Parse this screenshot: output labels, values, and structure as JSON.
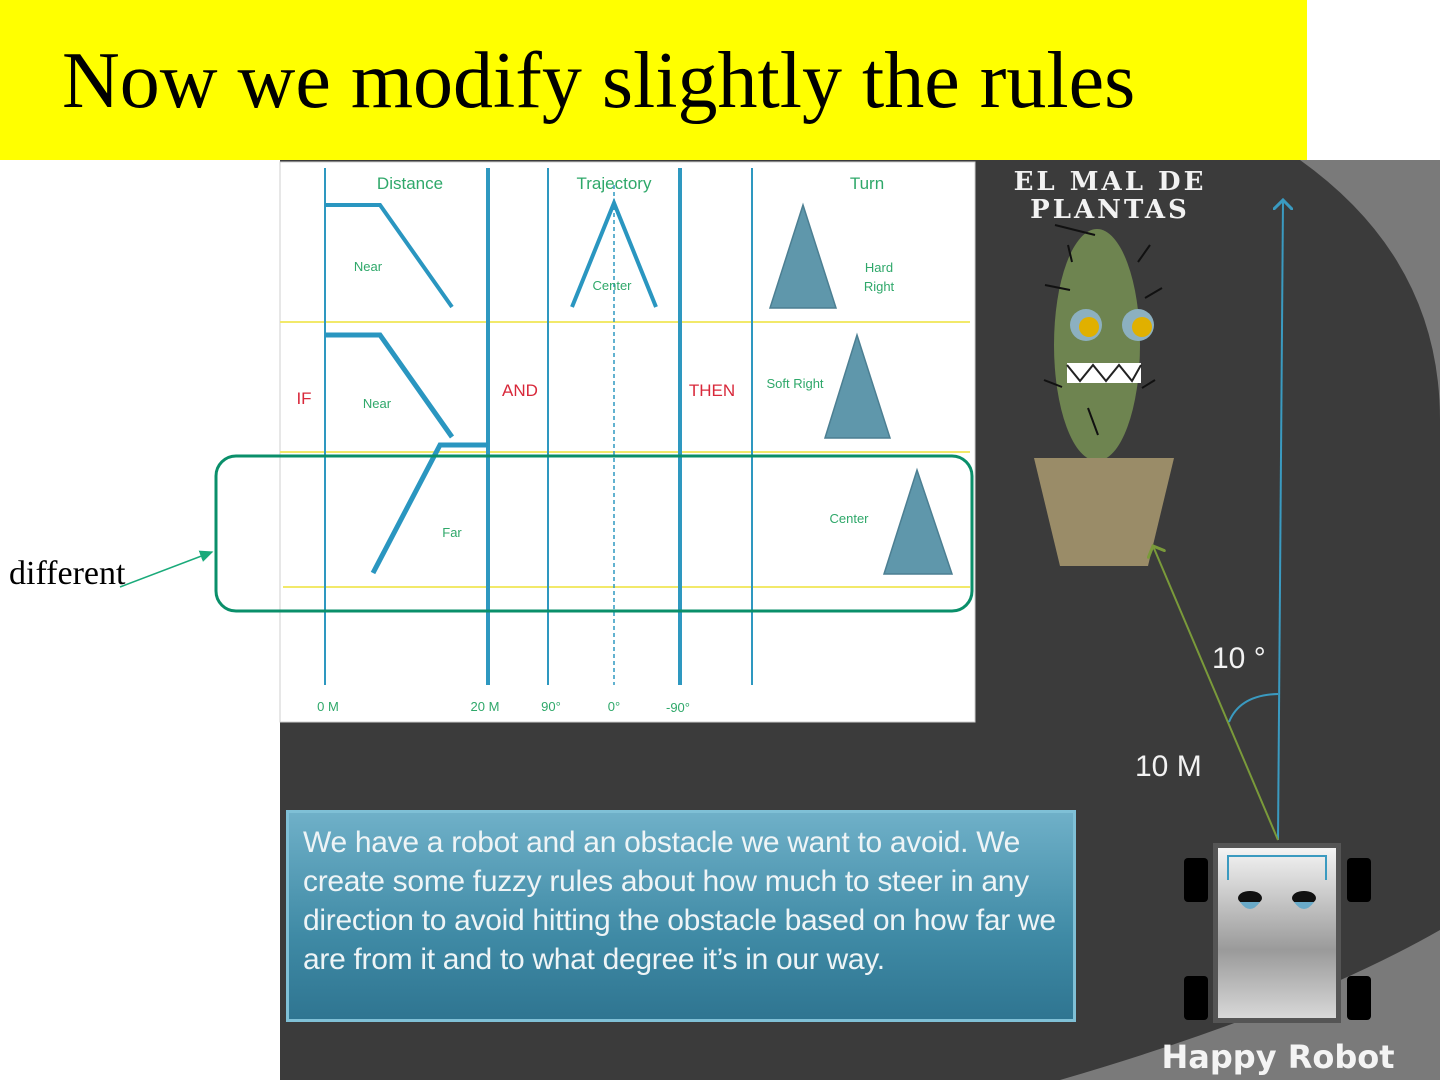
{
  "slide": {
    "title": "Now we modify slightly the rules",
    "annotation": "different"
  },
  "diagram": {
    "headers": {
      "distance": "Distance",
      "trajectory": "Trajectory",
      "turn": "Turn"
    },
    "connectors": {
      "if": "IF",
      "and": "AND",
      "then": "THEN"
    },
    "rules": [
      {
        "distance": "Near",
        "trajectory": "Center",
        "turn_line1": "Hard",
        "turn_line2": "Right"
      },
      {
        "distance": "Near",
        "turn": "Soft Right"
      },
      {
        "distance": "Far",
        "turn": "Center"
      }
    ],
    "axis_labels": [
      "0 M",
      "20 M",
      "90°",
      "0°",
      "-90°"
    ],
    "highlight_color": "#0a8f6a"
  },
  "scene": {
    "obstacle_title_line1": "EL MAL DE",
    "obstacle_title_line2": "PLANTAS",
    "angle_label": "10 °",
    "distance_label": "10 M",
    "robot_label": "Happy Robot",
    "description": "We have a robot and an obstacle we want to avoid. We create some fuzzy rules about how much to steer in any direction to avoid hitting the obstacle based on how far we are from it and to what degree it’s in our way."
  }
}
